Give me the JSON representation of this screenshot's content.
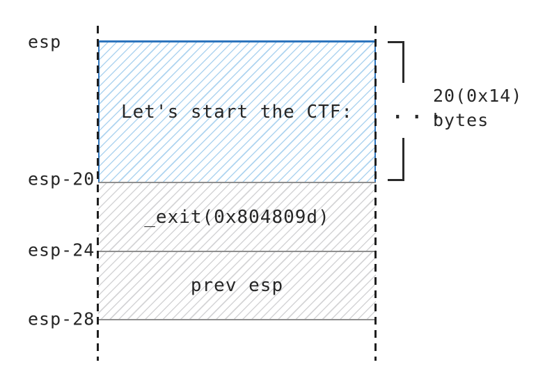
{
  "diagram": {
    "kind": "stack-memory-layout",
    "pointer_labels": [
      {
        "text": "esp"
      },
      {
        "text": "esp-20"
      },
      {
        "text": "esp-24"
      },
      {
        "text": "esp-28"
      }
    ],
    "regions": [
      {
        "label": "Let's start the CTF:",
        "from": "esp",
        "to": "esp-20",
        "style": "blue-hatched"
      },
      {
        "label": "_exit(0x804809d)",
        "from": "esp-20",
        "to": "esp-24",
        "style": "gray-hatched"
      },
      {
        "label": "prev esp",
        "from": "esp-24",
        "to": "esp-28",
        "style": "gray-hatched"
      }
    ],
    "size_annotation": {
      "value": "20(0x14)",
      "unit": "bytes",
      "dots": "···"
    },
    "colors": {
      "blue_border": "#2e75bd",
      "blue_hatch": "#aed4f0",
      "gray_line": "#8f8f8f",
      "gray_hatch": "#d4d4d6",
      "dashed_line": "#1f1f1f",
      "ink": "#262626",
      "background": "#ffffff"
    }
  }
}
